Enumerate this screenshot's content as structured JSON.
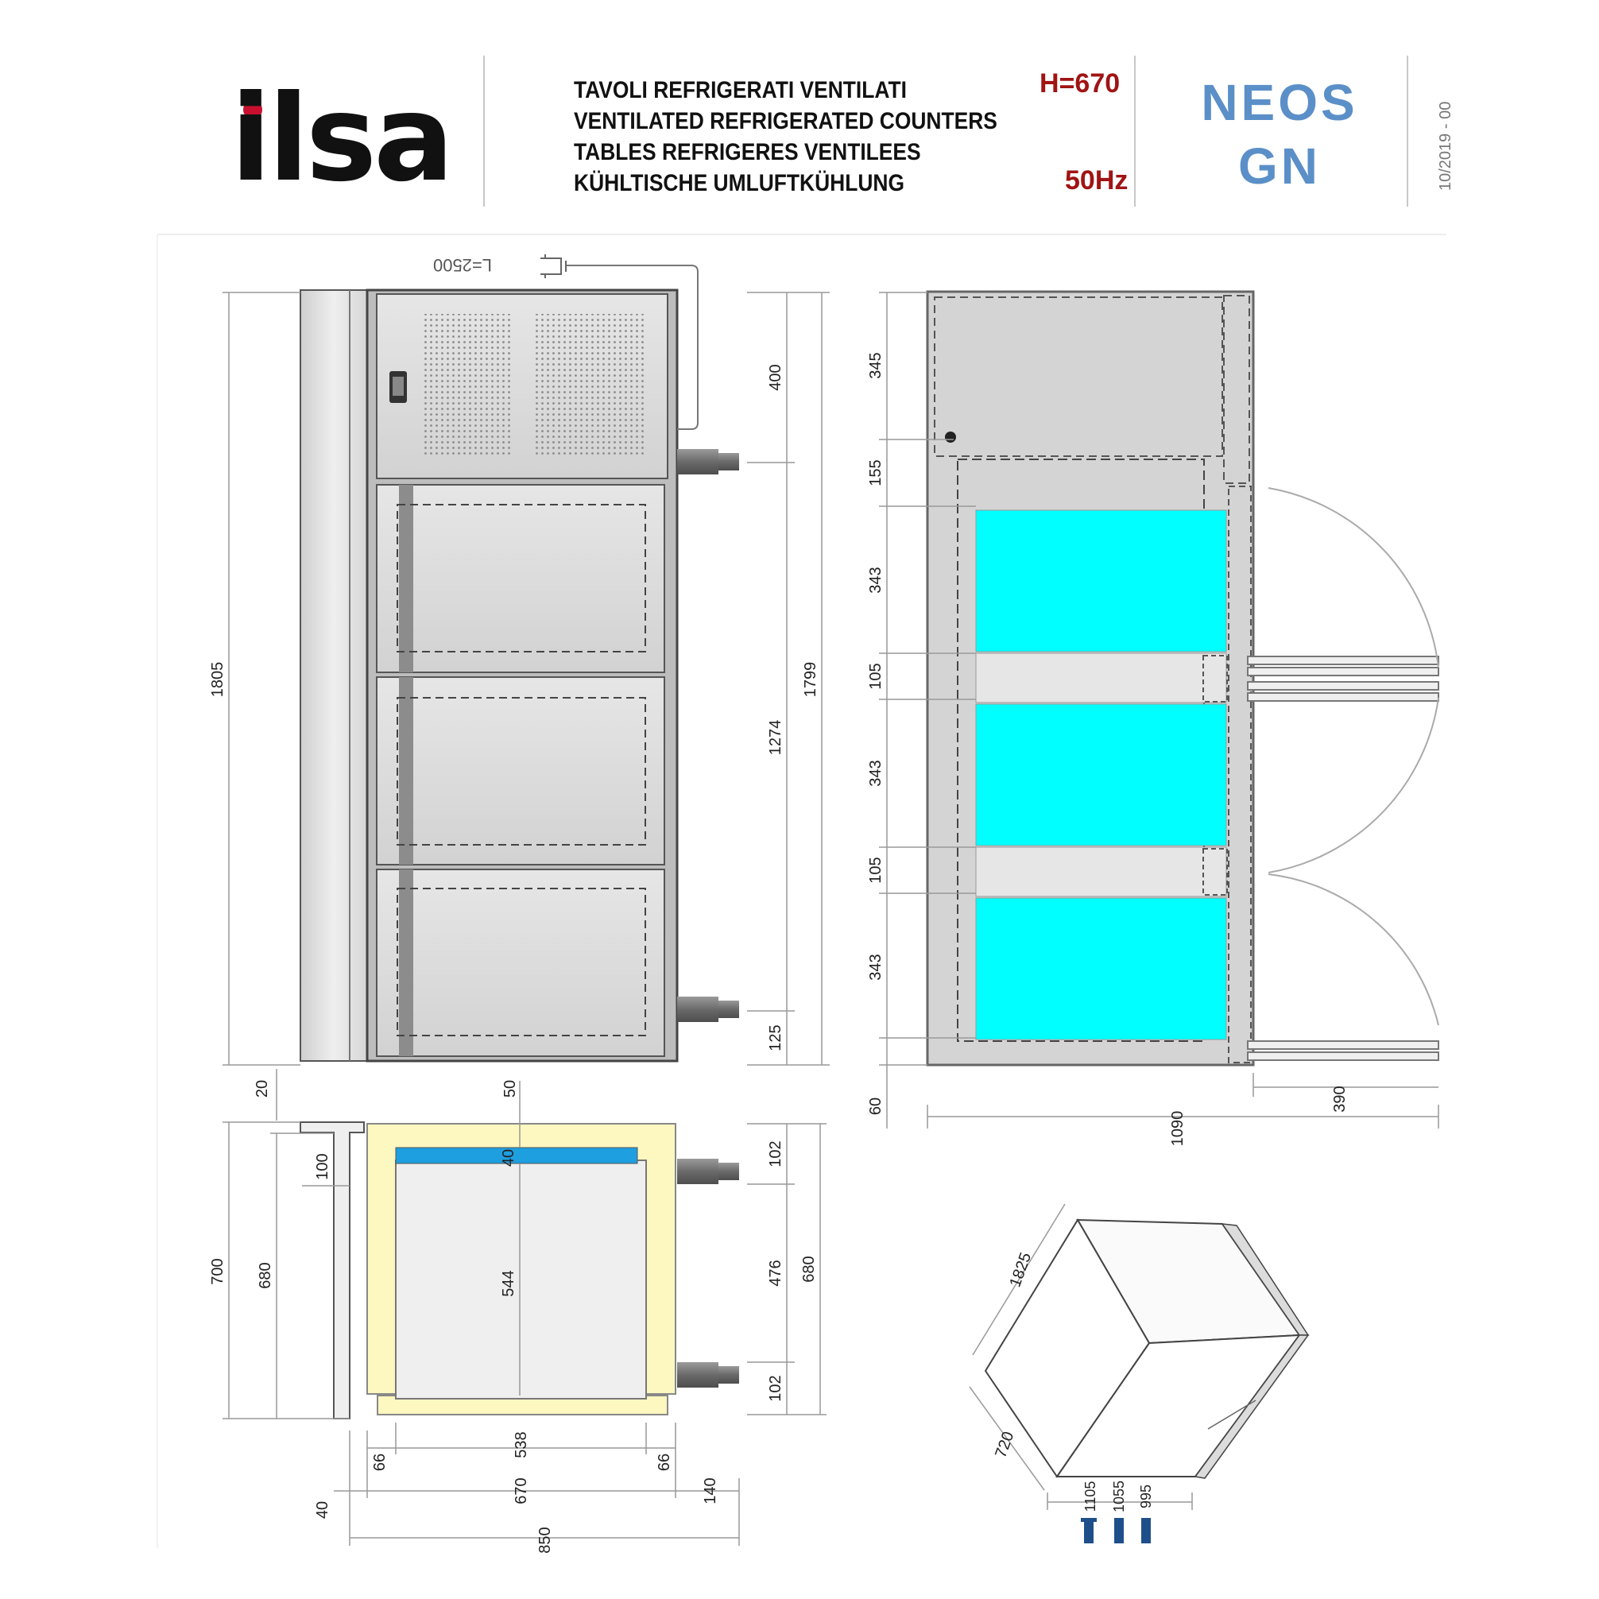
{
  "header": {
    "brand": "ilsa",
    "titles": [
      "TAVOLI REFRIGERATI VENTILATI",
      "VENTILATED REFRIGERATED COUNTERS",
      "TABLES REFRIGERES VENTILEES",
      "KÜHLTISCHE UMLUFTKÜHLUNG"
    ],
    "height_spec": "H=670",
    "frequency": "50Hz",
    "model_line1": "NEOS",
    "model_line2": "GN",
    "revision": "10/2019 - 00"
  },
  "colors": {
    "brand_red": "#c8102e",
    "spec_red": "#a01414",
    "model_blue": "#5b8fc8",
    "drawer_cyan": "#00ffff",
    "insulation_yellow": "#fdf7c0",
    "shelf_blue": "#1e9fe0"
  },
  "front_view": {
    "cable_label": "L=2500",
    "dims": {
      "total_height": "1805",
      "inner_height": "1799",
      "compartment": "1274",
      "top_unit": "400",
      "bottom_gap": "125"
    }
  },
  "top_view": {
    "dims": [
      "345",
      "155",
      "343",
      "105",
      "343",
      "105",
      "343",
      "60"
    ],
    "width": "1090",
    "drawer_extension": "390"
  },
  "side_view": {
    "dims": {
      "top_offset": "20",
      "back_gap": "50",
      "ledge": "100",
      "total": "700",
      "body": "680",
      "shelf": "40",
      "cavity": "544",
      "pipe_top": "102",
      "pipe_gap": "476",
      "pipe_bottom": "102",
      "right_total": "680",
      "left_margin": "66",
      "inner_width": "538",
      "right_margin": "66",
      "body_width": "670",
      "pipe_depth": "140",
      "back_ledge": "40",
      "overall": "850"
    }
  },
  "iso_view": {
    "dims": [
      "1825",
      "720",
      "1105",
      "1055",
      "995"
    ]
  }
}
